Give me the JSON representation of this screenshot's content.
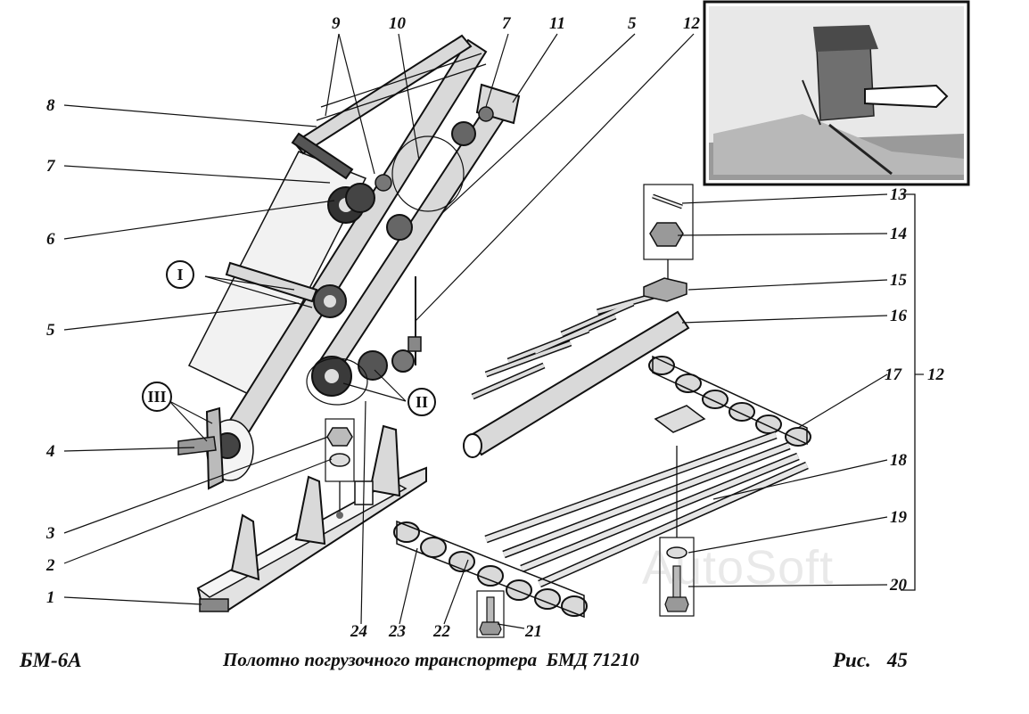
{
  "figure": {
    "model": "БМ-6А",
    "title": "Полотно погрузочного транспортера  БМД 71210",
    "fig_prefix": "Рис.",
    "fig_number": "45",
    "watermark": "AutoSoft"
  },
  "callouts": {
    "left": [
      "8",
      "7",
      "6",
      "5",
      "4",
      "3",
      "2",
      "1"
    ],
    "top": [
      "9",
      "10",
      "7",
      "11",
      "5",
      "12"
    ],
    "right": [
      "13",
      "14",
      "15",
      "16",
      "17",
      "18",
      "19",
      "20"
    ],
    "bracket": "12",
    "bottom": [
      "24",
      "23",
      "22",
      "21"
    ],
    "views": [
      "I",
      "II",
      "III"
    ]
  },
  "colors": {
    "ink": "#111111",
    "shade": "#d9d9d9",
    "dark_shade": "#555555",
    "paper": "#ffffff"
  }
}
